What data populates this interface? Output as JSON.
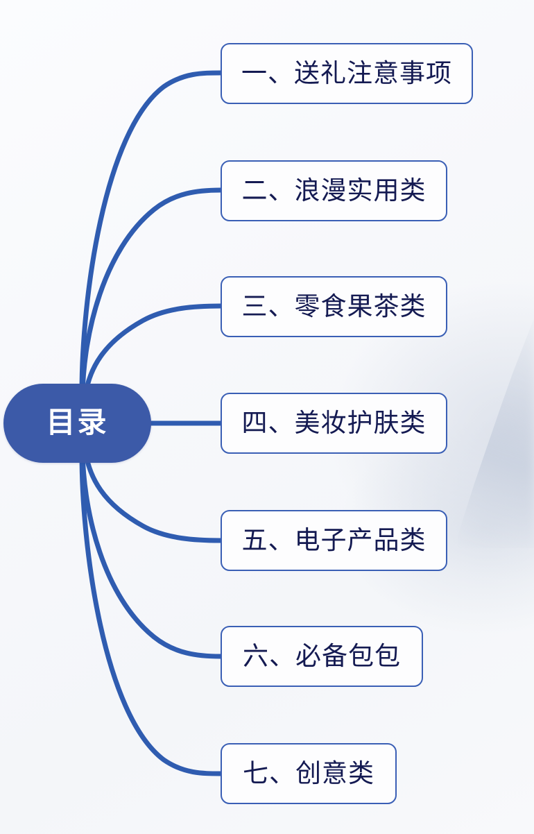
{
  "diagram": {
    "type": "mind-map",
    "title": "目录",
    "center": {
      "label": "目录",
      "fill_color": "#3c5aa8",
      "text_color": "#ffffff"
    },
    "style": {
      "edge_color": "#2f5cb0",
      "box_border_color": "#3a5fb5",
      "box_fill_color": "#fdfdfe",
      "box_text_color": "#141a52",
      "background_color": "#f7f8fb"
    },
    "branches": [
      {
        "index": "1",
        "label": "一、送礼注意事项"
      },
      {
        "index": "2",
        "label": "二、浪漫实用类"
      },
      {
        "index": "3",
        "label": "三、零食果茶类"
      },
      {
        "index": "4",
        "label": "四、美妆护肤类"
      },
      {
        "index": "5",
        "label": "五、电子产品类"
      },
      {
        "index": "6",
        "label": "六、必备包包"
      },
      {
        "index": "7",
        "label": "七、创意类"
      }
    ]
  }
}
